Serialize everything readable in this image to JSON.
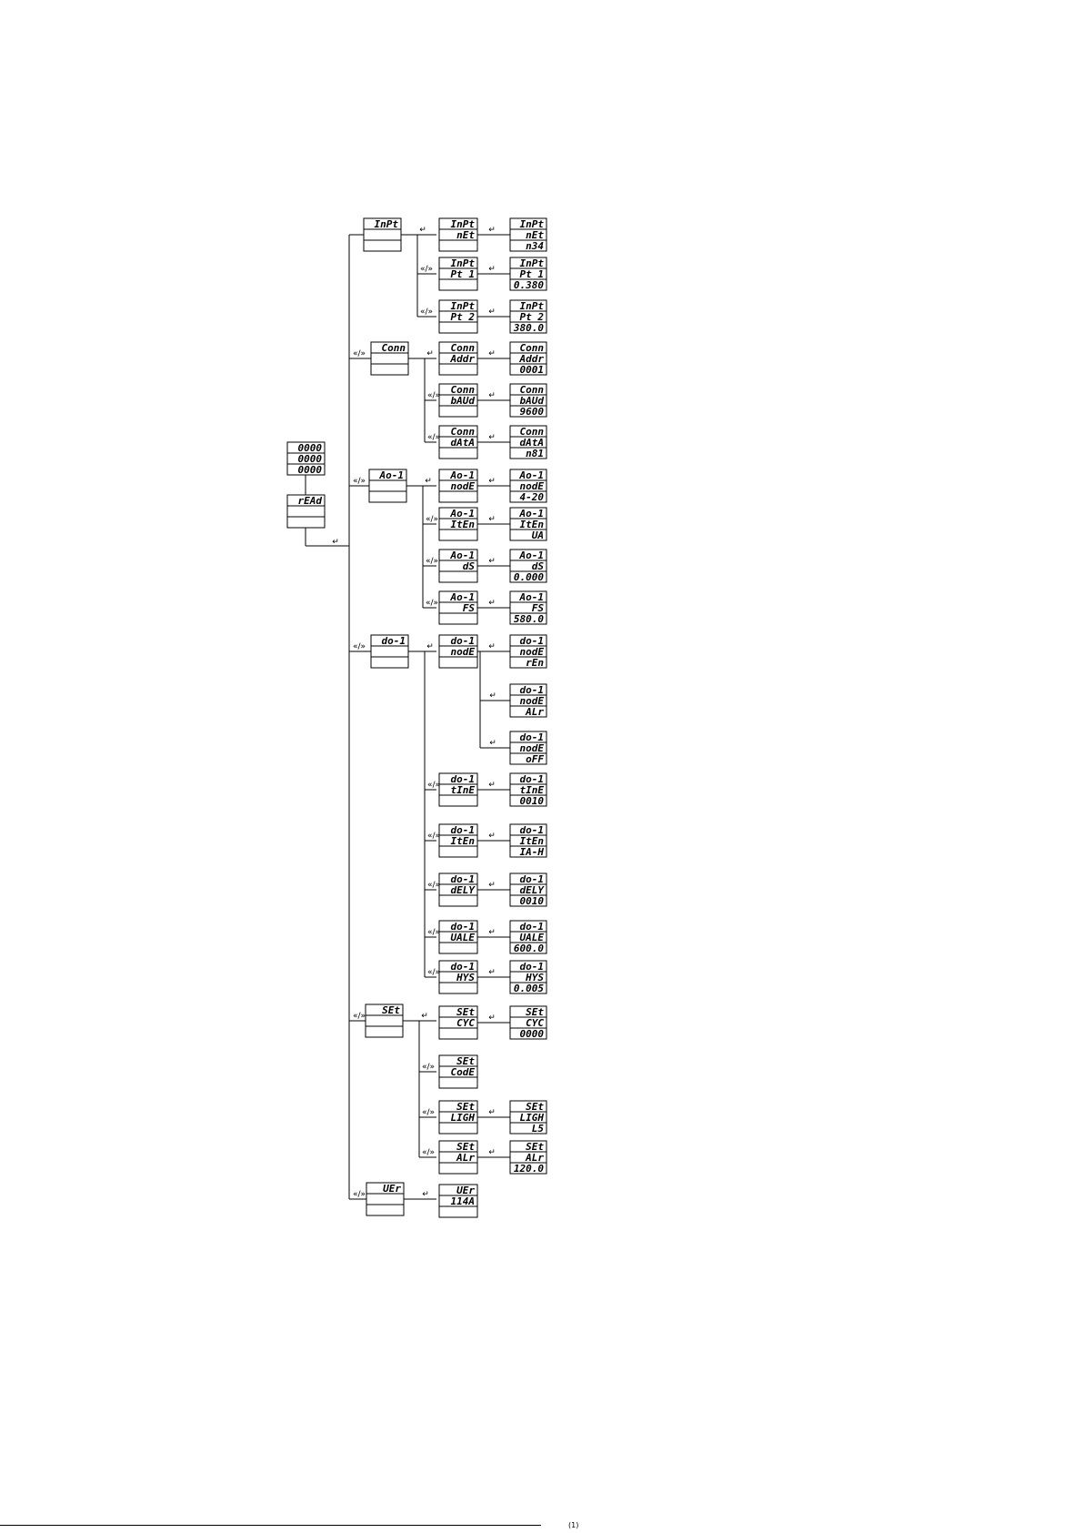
{
  "enter_glyph": "↵",
  "nav_glyph": "«/»",
  "root": {
    "readings": [
      "0000",
      "0000",
      "0000"
    ],
    "label": "rEAd"
  },
  "groups": [
    {
      "menu": "InPt",
      "items": [
        {
          "top": "InPt",
          "bot": "nEt",
          "val": "n34"
        },
        {
          "top": "InPt",
          "bot": "Pt 1",
          "val": "0.380"
        },
        {
          "top": "InPt",
          "bot": "Pt 2",
          "val": "380.0"
        }
      ]
    },
    {
      "menu": "Conn",
      "items": [
        {
          "top": "Conn",
          "bot": "Addr",
          "val": "0001"
        },
        {
          "top": "Conn",
          "bot": "bAUd",
          "val": "9600"
        },
        {
          "top": "Conn",
          "bot": "dAtA",
          "val": "n81"
        }
      ]
    },
    {
      "menu": "Ao-1",
      "items": [
        {
          "top": "Ao-1",
          "bot": "nodE",
          "val": "4-20"
        },
        {
          "top": "Ao-1",
          "bot": "ItEn",
          "val": "UA"
        },
        {
          "top": "Ao-1",
          "bot": "dS",
          "val": "0.000"
        },
        {
          "top": "Ao-1",
          "bot": "FS",
          "val": "580.0"
        }
      ]
    },
    {
      "menu": "do-1",
      "items": [
        {
          "top": "do-1",
          "bot": "nodE",
          "val": "rEn"
        },
        {
          "top": "do-1",
          "bot": "tInE",
          "val": "0010"
        },
        {
          "top": "do-1",
          "bot": "ItEn",
          "val": "IA-H"
        },
        {
          "top": "do-1",
          "bot": "dELY",
          "val": "0010"
        },
        {
          "top": "do-1",
          "bot": "UALE",
          "val": "600.0"
        },
        {
          "top": "do-1",
          "bot": "HYS",
          "val": "0.005"
        }
      ],
      "mode_options": [
        {
          "top": "do-1",
          "bot": "nodE",
          "val": "ALr"
        },
        {
          "top": "do-1",
          "bot": "nodE",
          "val": "oFF"
        }
      ]
    },
    {
      "menu": "SEt",
      "items": [
        {
          "top": "SEt",
          "bot": "CYC",
          "val": "0000"
        },
        {
          "top": "SEt",
          "bot": "CodE",
          "val": ""
        },
        {
          "top": "SEt",
          "bot": "LIGH",
          "val": "L5"
        },
        {
          "top": "SEt",
          "bot": "ALr",
          "val": "120.0"
        }
      ]
    },
    {
      "menu": "UEr",
      "items": [
        {
          "top": "UEr",
          "bot": "114A",
          "val": ""
        }
      ]
    }
  ],
  "page_mark": "(1)"
}
